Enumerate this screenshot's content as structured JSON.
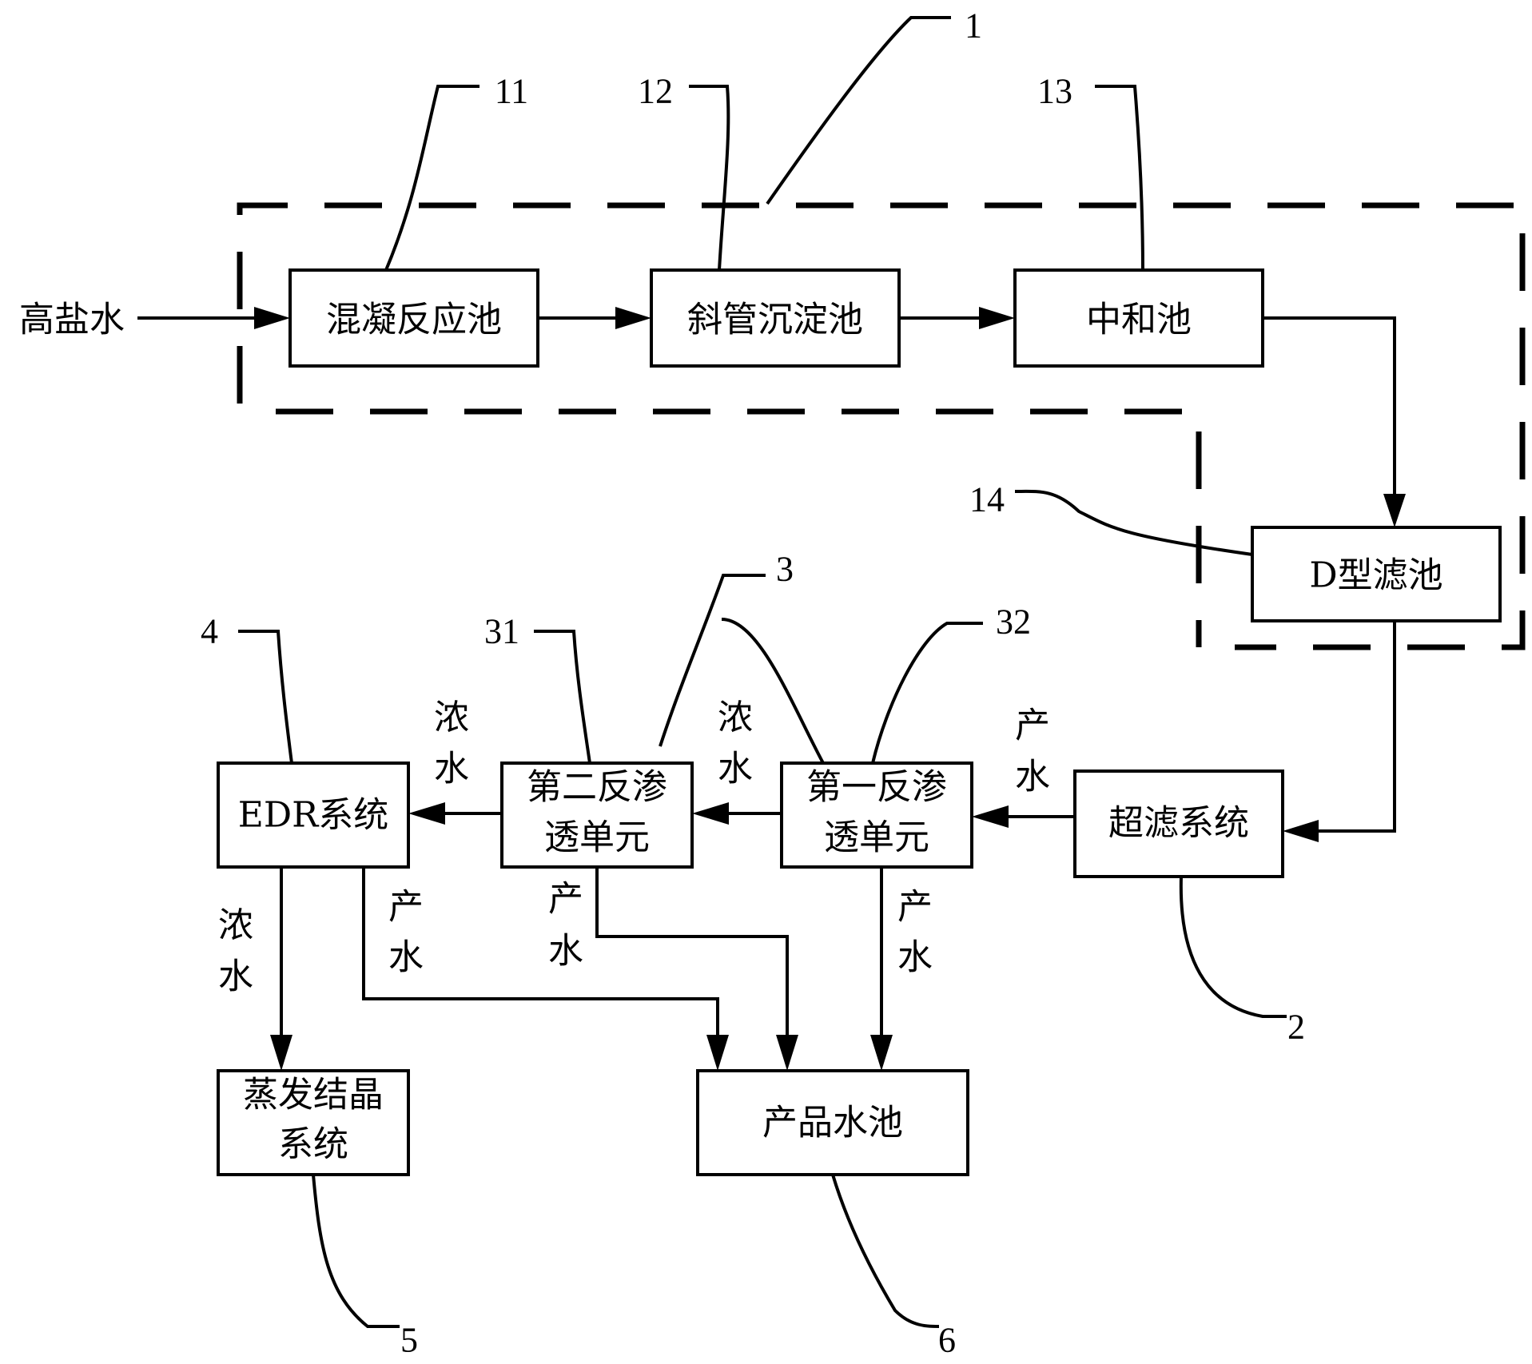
{
  "input_label": "高盐水",
  "boxes": {
    "coagulation": "混凝反应池",
    "inclined_tube": "斜管沉淀池",
    "neutralization": "中和池",
    "d_filter": "D型滤池",
    "ultrafiltration": "超滤系统",
    "ro1_line1": "第一反渗",
    "ro1_line2": "透单元",
    "ro2_line1": "第二反渗",
    "ro2_line2": "透单元",
    "edr": "EDR系统",
    "evap_line1": "蒸发结晶",
    "evap_line2": "系统",
    "product_pool": "产品水池"
  },
  "flow_labels": {
    "concentrate_top": "浓",
    "concentrate_bottom": "水",
    "product_top": "产",
    "product_bottom": "水"
  },
  "callouts": {
    "n1": "1",
    "n11": "11",
    "n12": "12",
    "n13": "13",
    "n14": "14",
    "n2": "2",
    "n3": "3",
    "n31": "31",
    "n32": "32",
    "n4": "4",
    "n5": "5",
    "n6": "6"
  }
}
